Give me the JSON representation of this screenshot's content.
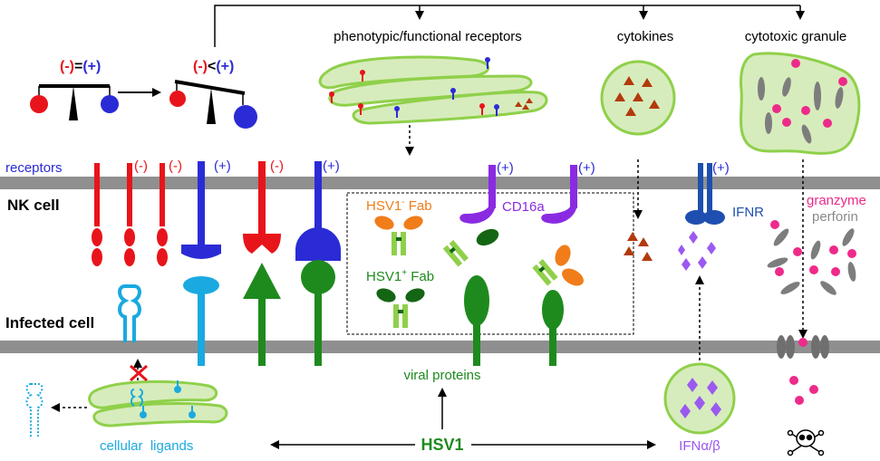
{
  "labels": {
    "top_receptors": "phenotypic/functional receptors",
    "top_cytokines": "cytokines",
    "top_granule": "cytotoxic granule",
    "balance_left_minus": "(-)",
    "balance_left_eq": "=",
    "balance_left_plus": "(+)",
    "balance_right_minus": "(-)",
    "balance_right_lt": "<",
    "balance_right_plus": "(+)",
    "receptors": "receptors",
    "neg1": "(-)",
    "neg2": "(-)",
    "pos1": "(+)",
    "neg3": "(-)",
    "pos2": "(+)",
    "pos3": "(+)",
    "pos4": "(+)",
    "pos5": "(+)",
    "nk_cell": "NK cell",
    "infected_cell": "Infected cell",
    "hsv_neg_fab_a": "HSV1",
    "hsv_neg_fab_sup": "-",
    "hsv_neg_fab_b": " Fab",
    "hsv_pos_fab_a": "HSV1",
    "hsv_pos_fab_sup": "+",
    "hsv_pos_fab_b": " Fab",
    "cd16a": "CD16a",
    "ifnr": "IFNR",
    "granzyme": "granzyme",
    "perforin": "perforin",
    "viral_proteins": "viral proteins",
    "cellular_ligands": "cellular  ligands",
    "hsv1": "HSV1",
    "ifn": "IFNα/β"
  },
  "colors": {
    "red": "#e8141b",
    "blue": "#2b2bd6",
    "cyan": "#1aa9e0",
    "green": "#1e8a1e",
    "dark_green": "#146614",
    "light_green": "#8fd04a",
    "purple": "#8a2be2",
    "violet": "#9b59f0",
    "orange": "#f07d1a",
    "brown": "#b23a0c",
    "pink": "#ee2a8a",
    "gray": "#8a8a8a",
    "ifnr_blue": "#1e4fb0",
    "membrane": "#8f8f8f",
    "granule_fill": "#d7ecbc"
  }
}
